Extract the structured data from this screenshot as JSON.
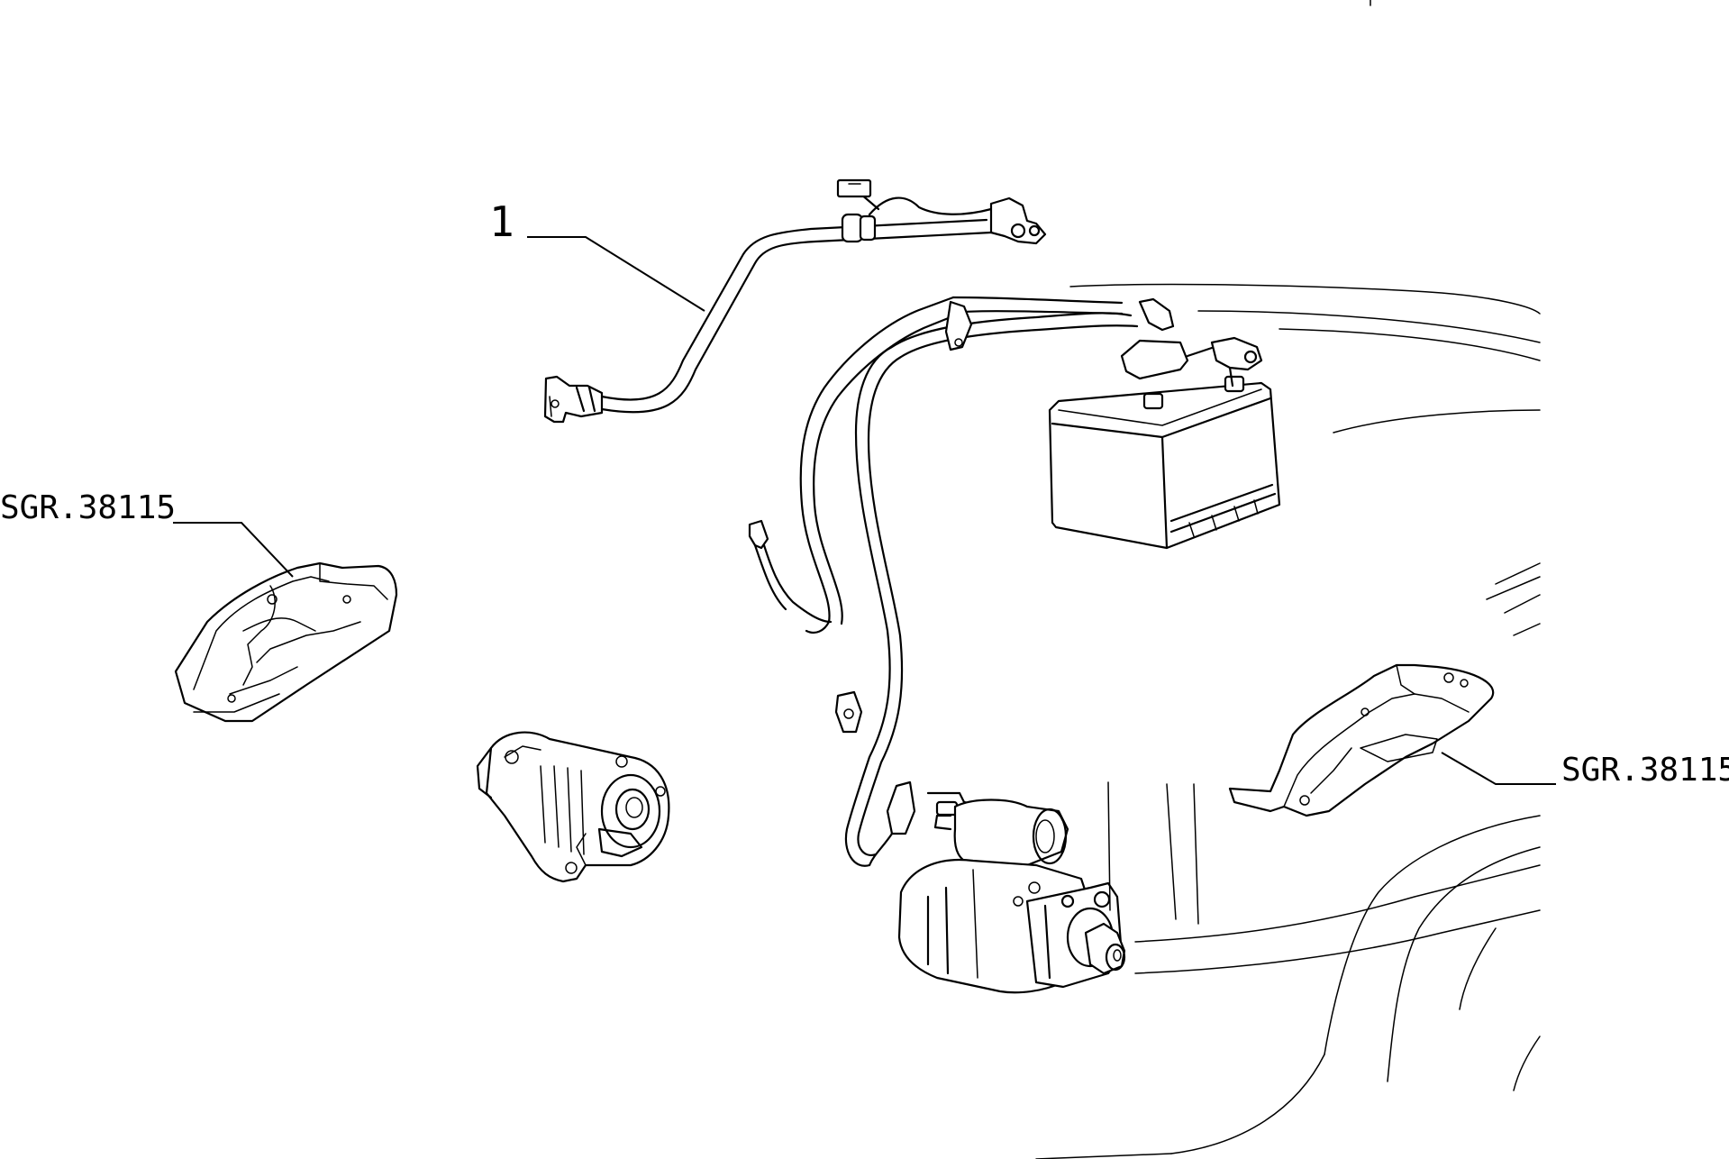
{
  "callouts": {
    "item_1": "1",
    "left_ref": "SGR.38115",
    "right_ref": "SGR.38115"
  }
}
